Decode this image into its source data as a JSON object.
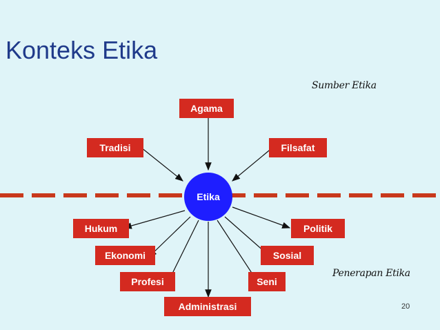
{
  "title": "Konteks Etika",
  "sumber_label": "Sumber Etika",
  "penerapan_label": "Penerapan Etika",
  "center": "Etika",
  "sources": [
    "Agama",
    "Tradisi",
    "Filsafat"
  ],
  "applications": [
    "Hukum",
    "Politik",
    "Ekonomi",
    "Sosial",
    "Profesi",
    "Seni",
    "Administrasi"
  ],
  "page_number": "20",
  "colors": {
    "box": "#d42a20",
    "center": "#1e1eff",
    "title": "#1f3a8a",
    "background": "#dff4f8",
    "dashed_line": "#c8381c"
  }
}
